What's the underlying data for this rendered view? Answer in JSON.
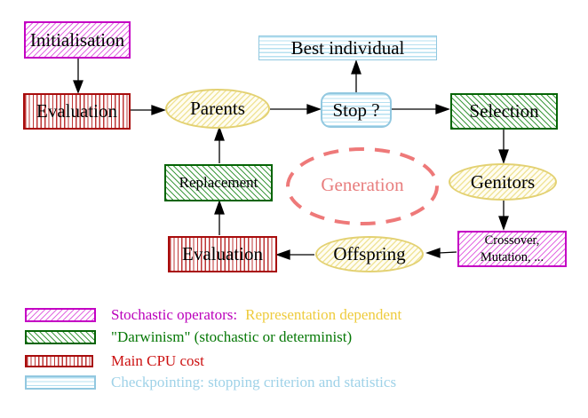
{
  "diagram": {
    "title_hint": "Evolutionary algorithm cycle",
    "nodes": {
      "initialisation": "Initialisation",
      "evaluation_top": "Evaluation",
      "parents": "Parents",
      "best_individual": "Best individual",
      "stop": "Stop ?",
      "selection": "Selection",
      "replacement": "Replacement",
      "generation": "Generation",
      "genitors": "Genitors",
      "offspring": "Offspring",
      "evaluation_bottom": "Evaluation",
      "crossover_line1": "Crossover,",
      "crossover_line2": "Mutation, ..."
    }
  },
  "legend": {
    "stochastic_label": "Stochastic operators:",
    "stochastic_suffix": "Representation dependent",
    "darwinism_label": "\"Darwinism\" (stochastic or determinist)",
    "cpu_label": "Main CPU cost",
    "checkpointing_label": "Checkpointing: stopping criterion and statistics"
  },
  "colors": {
    "magenta": "#c400c4",
    "green": "#056405",
    "red": "#a80c0c",
    "cyan_border": "#92c8e0",
    "yellow_border": "#e3d172",
    "legend_magenta_text": "#bb00bb",
    "legend_yellow_text": "#eecb3c",
    "legend_green_text": "#067806",
    "legend_red_text": "#cc1111",
    "legend_cyan_text": "#9fd2e8",
    "coral_dashed": "#ee7979",
    "arrow": "#000000"
  }
}
